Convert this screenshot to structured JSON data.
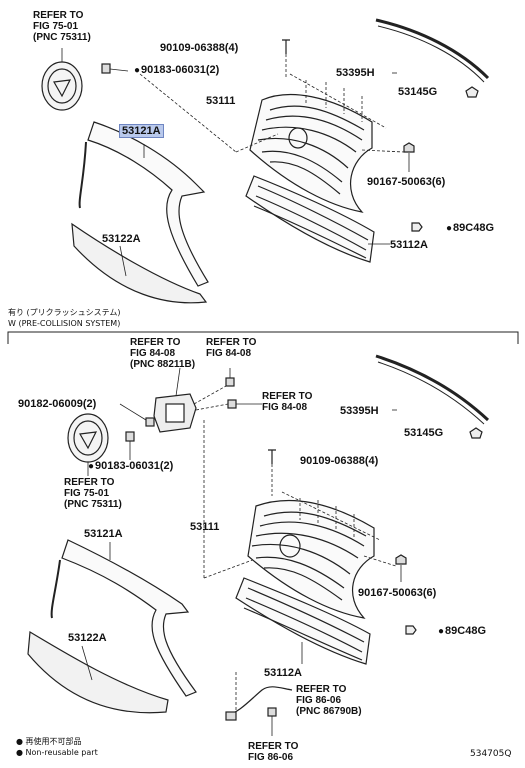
{
  "top": {
    "refer_fig75_a": [
      "REFER TO",
      "FIG 75-01",
      "(PNC 75311)"
    ],
    "part_90109_a": "90109-06388(4)",
    "part_90183_a": "90183-06031(2)",
    "part_53395H_a": "53395H",
    "part_53145G_a": "53145G",
    "part_53111_a": "53111",
    "part_53121A_a": "53121A",
    "part_90167_a": "90167-50063(6)",
    "part_89C48G_a": "89C48G",
    "part_53112A_a": "53112A",
    "part_53122A_a": "53122A"
  },
  "variant": {
    "jp": "有り (プリクラッシュシステム)",
    "en": "W (PRE-COLLISION SYSTEM)"
  },
  "bottom": {
    "refer_fig84_88211B": [
      "REFER TO",
      "FIG 84-08",
      "(PNC 88211B)"
    ],
    "refer_fig84_b": [
      "REFER TO",
      "FIG 84-08"
    ],
    "refer_fig84_c": [
      "REFER TO",
      "FIG 84-08"
    ],
    "part_90182": "90182-06009(2)",
    "part_53395H_b": "53395H",
    "part_53145G_b": "53145G",
    "part_90183_b": "90183-06031(2)",
    "refer_fig75_b": [
      "REFER TO",
      "FIG 75-01",
      "(PNC 75311)"
    ],
    "part_90109_b": "90109-06388(4)",
    "part_53111_b": "53111",
    "part_53121A_b": "53121A",
    "part_90167_b": "90167-50063(6)",
    "part_53122A_b": "53122A",
    "part_89C48G_b": "89C48G",
    "part_53112A_b": "53112A",
    "refer_fig86_86790B": [
      "REFER TO",
      "FIG 86-06",
      "(PNC 86790B)"
    ],
    "refer_fig86_b": [
      "REFER TO",
      "FIG 86-06"
    ]
  },
  "legend": {
    "jp": "● 再使用不可部品",
    "en": "● Non-reusable part"
  },
  "figure_code": "534705Q"
}
